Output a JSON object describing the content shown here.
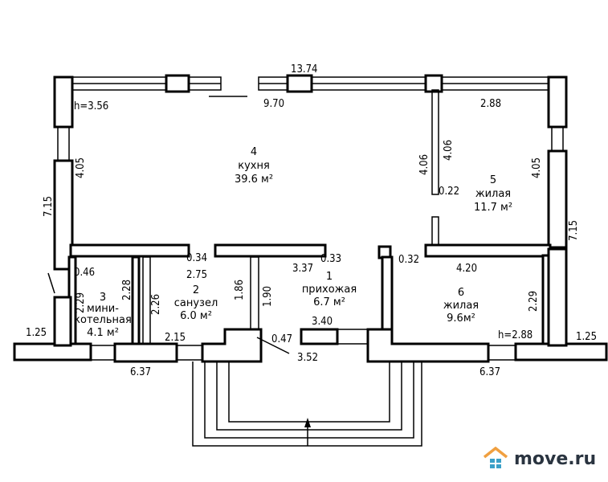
{
  "dimensions": {
    "total_top": "13.74",
    "h_left": "h=3.56",
    "kitchen_top": "9.70",
    "room5_top": "2.88",
    "left_405": "4.05",
    "right_405": "4.05",
    "w406a": "4.06",
    "w406b": "4.06",
    "d022": "0.22",
    "left_715": "7.15",
    "right_715": "7.15",
    "d046": "0.46",
    "d034": "0.34",
    "d033": "0.33",
    "d032": "0.32",
    "d275": "2.75",
    "d337": "3.37",
    "d420": "4.20",
    "d229a": "2.29",
    "d228": "2.28",
    "d226": "2.26",
    "d186": "1.86",
    "d190": "1.90",
    "d229b": "2.29",
    "d215": "2.15",
    "d340": "3.40",
    "d047": "0.47",
    "d352": "3.52",
    "h_right": "h=2.88",
    "d125a": "1.25",
    "d125b": "1.25",
    "d637a": "6.37",
    "d637b": "6.37"
  },
  "rooms": [
    {
      "num": "4",
      "name": "кухня",
      "area": "39.6 м²"
    },
    {
      "num": "5",
      "name": "жилая",
      "area": "11.7 м²"
    },
    {
      "num": "3",
      "name": "мини-",
      "name2": "котельная",
      "area": "4.1 м²"
    },
    {
      "num": "2",
      "name": "санузел",
      "area": "6.0 м²"
    },
    {
      "num": "1",
      "name": "прихожая",
      "area": "6.7 м²"
    },
    {
      "num": "6",
      "name": "жилая",
      "area": "9.6м²"
    }
  ],
  "logo": {
    "text": "move.ru",
    "roof_color": "#f0a040",
    "window_color": "#3aa0c8"
  }
}
